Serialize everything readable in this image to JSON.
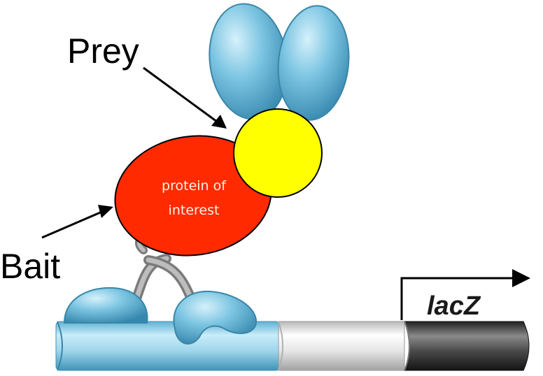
{
  "labels": {
    "prey": "Prey",
    "bait": "Bait",
    "protein_line1": "protein of",
    "protein_line2": "interest",
    "gene": "lacZ"
  },
  "colors": {
    "dna_blue": "#a9dcef",
    "domain_blue": "#69bad9",
    "bait_red": "#ff2a00",
    "prey_yellow": "#ffff00",
    "gene_dark": "#3a3a3a",
    "linker_gray": "#8c8c8c"
  }
}
